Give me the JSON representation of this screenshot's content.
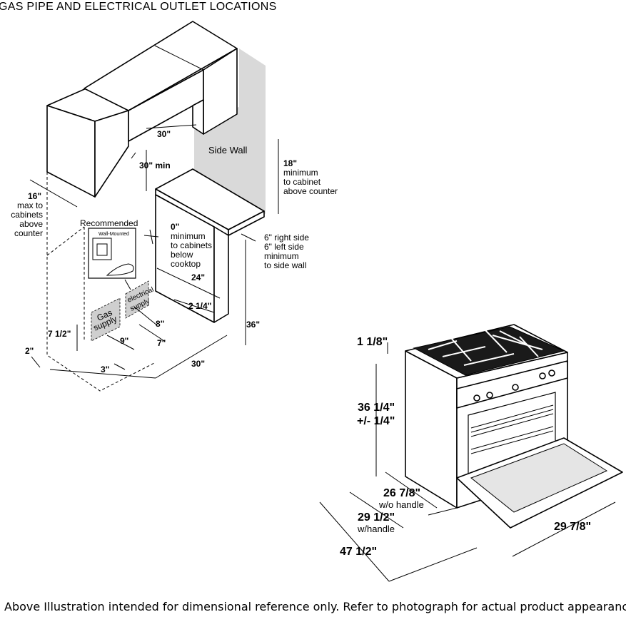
{
  "title": "GAS PIPE AND ELECTRICAL OUTLET LOCATIONS",
  "footer": "Above Illustration intended for dimensional reference only. Refer to photograph for actual product appearance.",
  "left_diagram": {
    "d_30_top": "30\"",
    "d_30min": "30\" min",
    "side_wall": "Side Wall",
    "d_18": "18\"",
    "d_18_l1": "minimum",
    "d_18_l2": "to cabinet",
    "d_18_l3": "above counter",
    "d_16": "16\"",
    "d_16_l1": "max to",
    "d_16_l2": "cabinets",
    "d_16_l3": "above",
    "d_16_l4": "counter",
    "recommended": "Recommended",
    "wall_mounted": "Wall-Mounted",
    "d_0": "0\"",
    "d_0_l1": "minimum",
    "d_0_l2": "to cabinets",
    "d_0_l3": "below",
    "d_0_l4": "cooktop",
    "d_6_right": "6\" right side",
    "d_6_left": "6\" left side",
    "d_6_l1": "minimum",
    "d_6_l2": "to side wall",
    "d_24": "24\"",
    "d_2_1_4": "2 1/4\"",
    "electrical": "electrical",
    "supply": "supply",
    "gas": "Gas",
    "gas_supply": "supply",
    "d_36": "36\"",
    "d_8": "8\"",
    "d_7": "7\"",
    "d_9": "9\"",
    "d_7_1_2": "7 1/2\"",
    "d_2": "2\"",
    "d_3": "3\"",
    "d_30_bottom": "30\""
  },
  "right_diagram": {
    "d_1_1_8": "1 1/8\"",
    "d_36_1_4": "36 1/4\"",
    "d_tol": "+/- 1/4\"",
    "d_26_7_8": "26 7/8\"",
    "wo_handle": "w/o handle",
    "d_29_1_2": "29 1/2\"",
    "w_handle": "w/handle",
    "d_47_1_2": "47 1/2\"",
    "d_29_7_8": "29 7/8\""
  }
}
